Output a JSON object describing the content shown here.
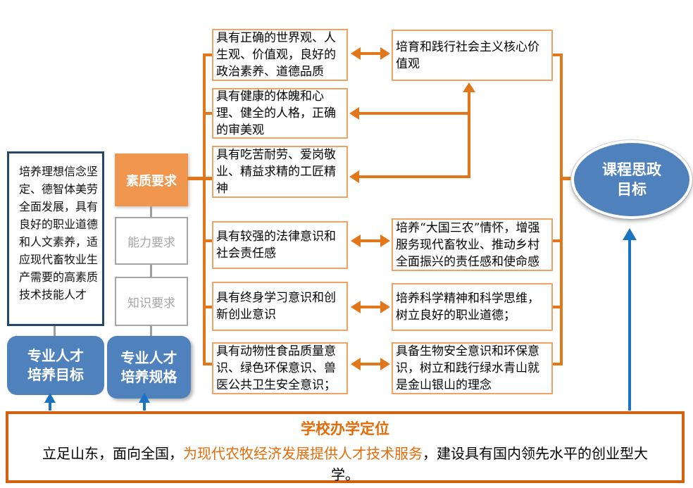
{
  "diagram": {
    "left_goal_text": "培养理想信念坚定、德智体美劳全面发展，具有良好的职业道德和人文素养，适应现代畜牧业生产需要的高素质技术技能人才",
    "talent_goal_label": "专业人才\n培养目标",
    "talent_spec_label": "专业人才\n培养规格",
    "quality_label": "素质要求",
    "ability_label": "能力要求",
    "knowledge_label": "知识要求",
    "ellipse_label": "课程思政\n目标",
    "quality_items": [
      "具有正确的世界观、人生观、价值观，良好的政治素养、道德品质",
      "具有健康的体魄和心理、健全的人格，正确的审美观",
      "具有吃苦耐劳、爱岗敬业、精益求精的工匠精神",
      "具有较强的法律意识和社会责任感",
      "具有终身学习意识和创新创业意识",
      "具有动物性食品质量意识、绿色环保意识、兽医公共卫生安全意识；"
    ],
    "outcome_items": [
      "培育和践行社会主义核心价值观",
      "培养“大国三农”情怀，增强服务现代畜牧业、推动乡村全面振兴的责任感和使命感",
      "培养科学精神和科学思维，树立良好的职业道德；",
      "具备生物安全意识和环保意识，树立和践行绿水青山就是金山银山的理念"
    ],
    "footer": {
      "title": "学校办学定位",
      "pre": "立足山东，面向全国，",
      "highlight": "为现代农牧经济发展提供人才技术服务",
      "post": "，建设具有国内领先水平的创业型大学。"
    },
    "colors": {
      "orange_fill": "#F0964F",
      "orange_box_border": "#F2A263",
      "orange_line": "#E2761B",
      "footer_border": "#D2600E",
      "highlight_text": "#E36C0A",
      "blue_fill": "#4F81BD",
      "blue_arrow": "#1B74C2",
      "navy_border": "#24476B",
      "gray": "#A6A6A6"
    }
  }
}
